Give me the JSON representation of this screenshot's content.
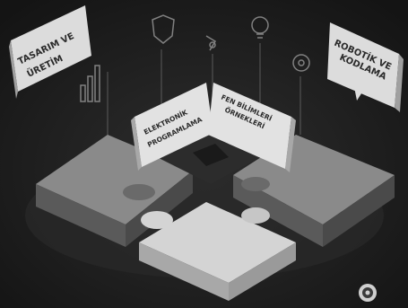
{
  "bubbles": {
    "design": {
      "line1": "TASARIM VE",
      "line2": "ÜRETİM"
    },
    "robotics": {
      "line1": "ROBOTİK VE",
      "line2": "KODLAMA"
    },
    "electronics": {
      "line1": "ELEKTRONİK",
      "line2": "PROGRAMLAMA"
    },
    "science": {
      "line1": "FEN BİLİMLERİ",
      "line2": "ÖRNEKLERİ"
    }
  },
  "icons": [
    "bar-chart-icon",
    "shield-icon",
    "lightbulb-icon",
    "gear-icon",
    "robot-arm-icon"
  ],
  "colors": {
    "background": "#1c1c1c",
    "bubble": "#d9d9d9",
    "piece_dark": "#7a7a7a",
    "piece_light": "#cfcfcf"
  }
}
